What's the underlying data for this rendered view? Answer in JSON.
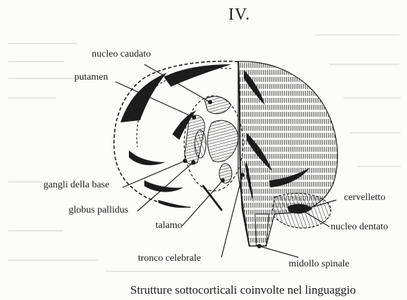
{
  "page_number": "IV.",
  "labels": {
    "nucleo_caudato": "nucleo caudato",
    "putamen": "putamen",
    "gangli_base": "gangli della base",
    "globus_pallidus": "globus pallidus",
    "talamo": "talamo",
    "tronco": "tronco celebrale",
    "cervelletto": "cervelletto",
    "nucleo_dentato": "nucleo dentato",
    "midollo": "midollo spinale"
  },
  "caption": "Strutture sottocorticali coinvolte nel linguaggio",
  "colors": {
    "ink": "#1c1c1c",
    "background": "#fcfcfb",
    "bleed": "#e6e6e3"
  }
}
